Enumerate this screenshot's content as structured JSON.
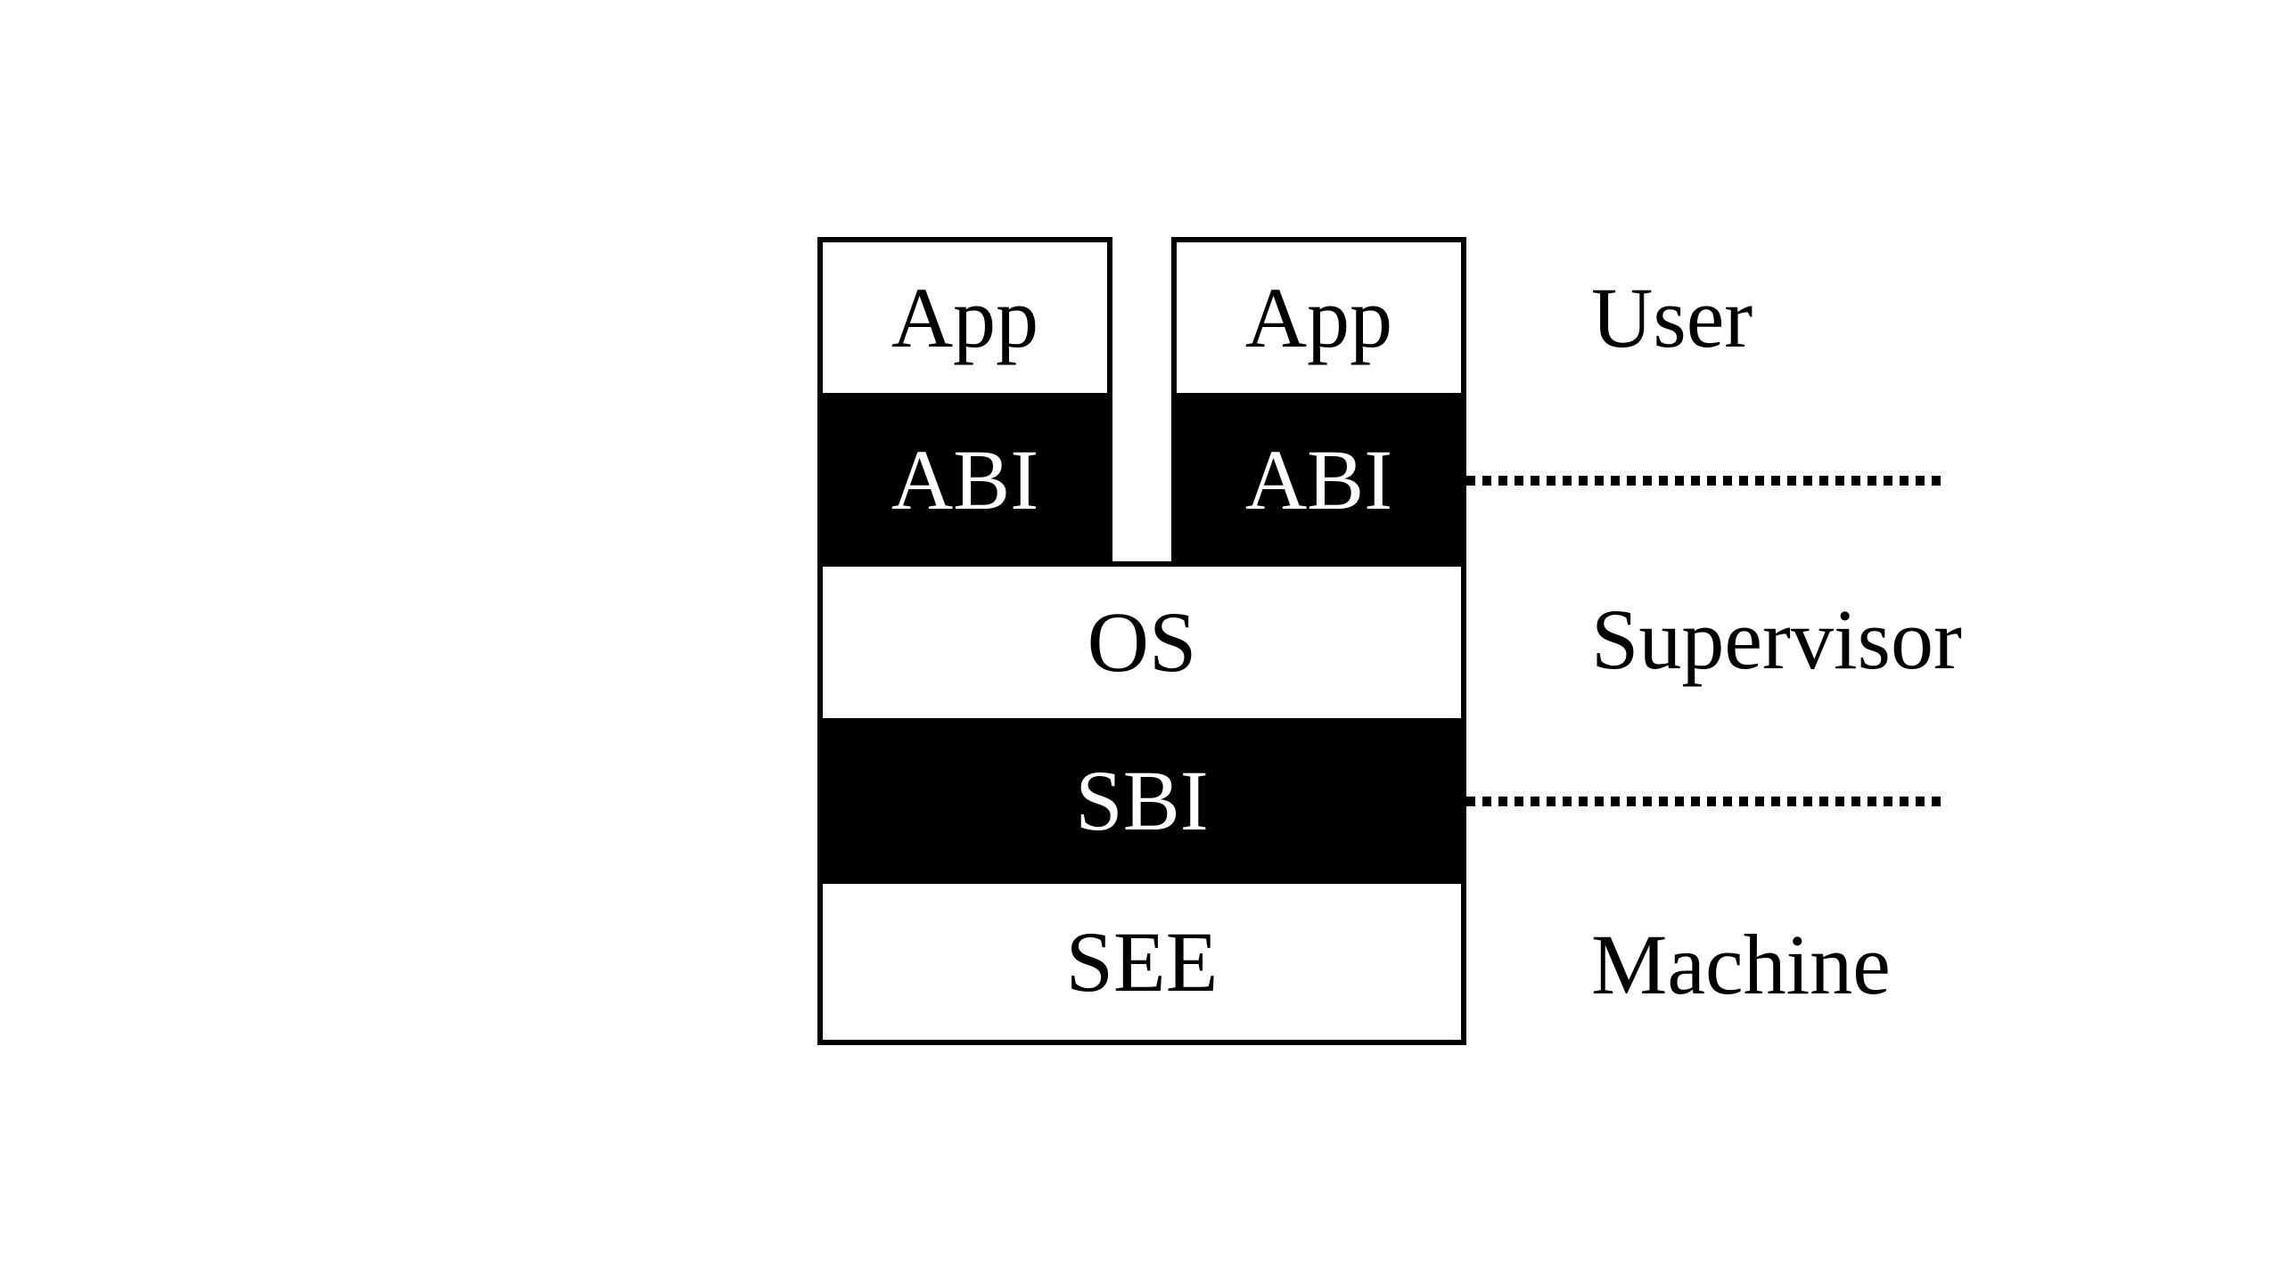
{
  "figure": {
    "colors": {
      "background": "#ffffff",
      "ink": "#000000",
      "light_box_fill": "#ffffff",
      "dark_box_fill": "#000000",
      "text_on_dark": "#ffffff"
    },
    "stack": {
      "app_left": {
        "label": "App"
      },
      "app_right": {
        "label": "App"
      },
      "abi_left": {
        "label": "ABI"
      },
      "abi_right": {
        "label": "ABI"
      },
      "os": {
        "label": "OS"
      },
      "sbi": {
        "label": "SBI"
      },
      "see": {
        "label": "SEE"
      }
    },
    "privilege_labels": {
      "user": {
        "label": "User"
      },
      "supervisor": {
        "label": "Supervisor"
      },
      "machine": {
        "label": "Machine"
      }
    }
  }
}
